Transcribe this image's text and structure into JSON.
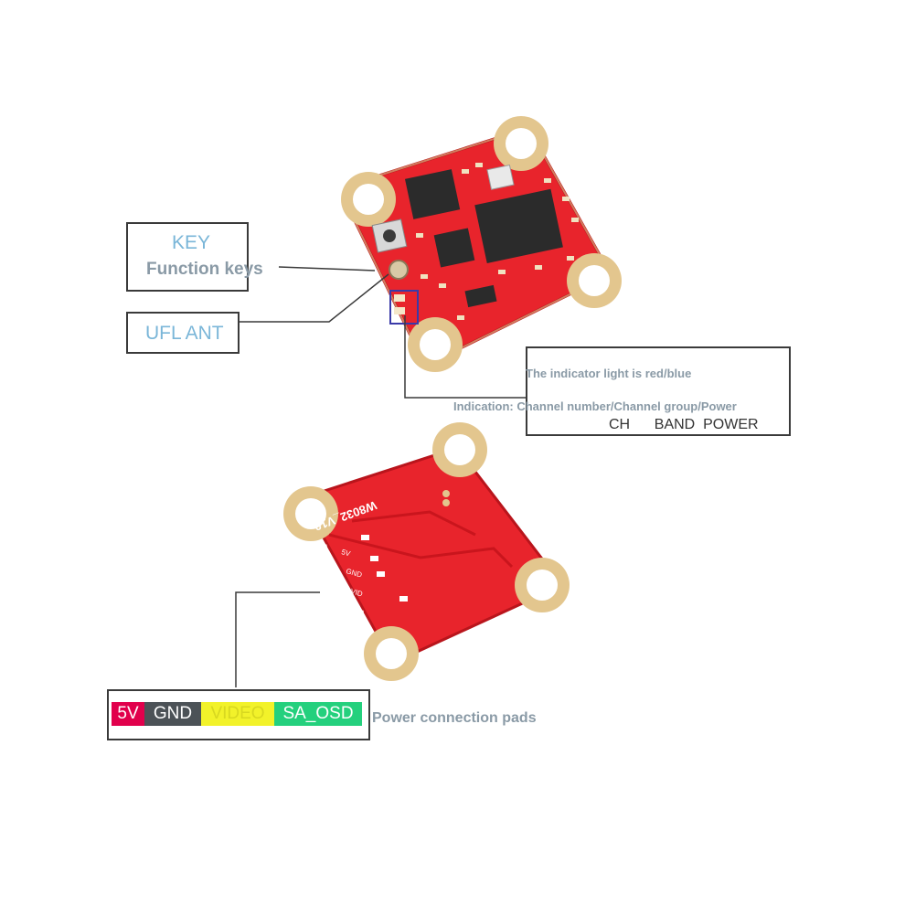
{
  "colors": {
    "pcb": "#e8242c",
    "pcb_dark": "#b9151c",
    "chip": "#2b2b2b",
    "gold": "#e3c68e",
    "label_border": "#3a3a3a",
    "accent_blue": "#7ab6d8",
    "grey_text": "#8a9aa6",
    "pad_5v": "#e1004c",
    "pad_gnd": "#4c5257",
    "pad_video": "#f2f22a",
    "pad_sa": "#24d07d"
  },
  "callouts": {
    "key": {
      "title": "KEY",
      "subtitle": "Function keys"
    },
    "ufl": {
      "label": "UFL ANT"
    },
    "indicator": {
      "line1": "The indicator light is red/blue",
      "line2": "Indication: Channel number/Channel group/Power",
      "line3": "CH      BAND  POWER"
    },
    "pads": {
      "items": [
        {
          "label": "5V",
          "color": "#e1004c",
          "text_color": "#ffffff"
        },
        {
          "label": "GND",
          "color": "#4c5257",
          "text_color": "#ffffff"
        },
        {
          "label": "VIDEO",
          "color": "#f2f22a",
          "text_color": "#d8d820"
        },
        {
          "label": "SA_OSD",
          "color": "#24d07d",
          "text_color": "#ffffff"
        }
      ],
      "description": "Power connection pads"
    }
  },
  "board_back": {
    "silkscreen": "W8032_V10",
    "pad_labels": [
      "5V",
      "GND",
      "VID",
      "SA"
    ]
  }
}
